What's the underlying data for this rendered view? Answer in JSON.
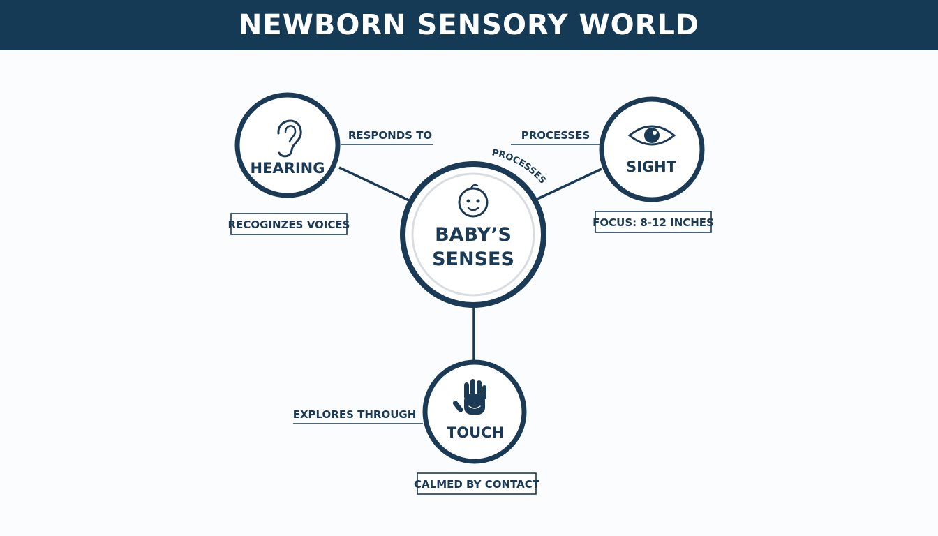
{
  "header": {
    "title": "NEWBORN SENSORY WORLD"
  },
  "colors": {
    "primary": "#1a3a56",
    "header_bg": "#143a56",
    "background": "#fbfcfd",
    "circle_fill": "#ffffff",
    "inner_ring": "#d9dde1"
  },
  "center": {
    "title_line1": "BABY’S",
    "title_line2": "SENSES",
    "icon": "baby-face-icon"
  },
  "nodes": {
    "hearing": {
      "label": "HEARING",
      "icon": "ear-icon",
      "note": "RECOGINZES VOICES"
    },
    "sight": {
      "label": "SIGHT",
      "icon": "eye-icon",
      "note": "FOCUS: 8-12 INCHES"
    },
    "touch": {
      "label": "TOUCH",
      "icon": "hand-icon",
      "note": "CALMED BY CONTACT"
    }
  },
  "edges": {
    "hearing": "RESPONDS TO",
    "sight": "PROCESSES",
    "center_arc": "PROCESSES",
    "touch": "EXPLORES THROUGH"
  }
}
